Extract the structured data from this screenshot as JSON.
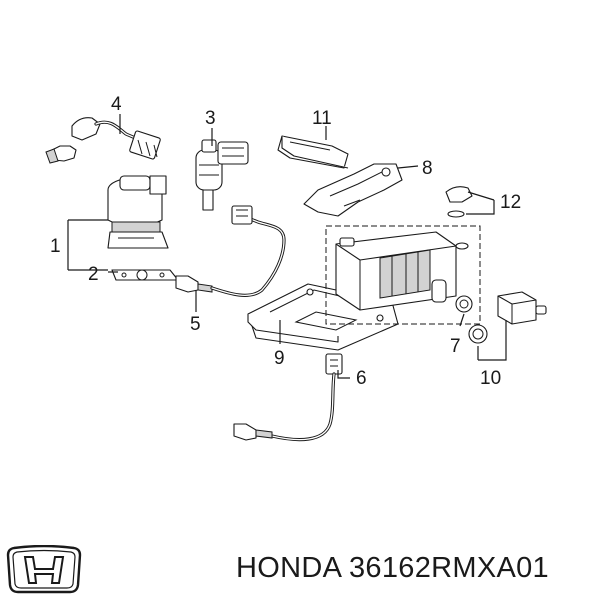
{
  "callouts": {
    "c1": "1",
    "c2": "2",
    "c3": "3",
    "c4": "4",
    "c5": "5",
    "c6": "6",
    "c7": "7",
    "c8": "8",
    "c9": "9",
    "c10": "10",
    "c11": "11",
    "c12": "12"
  },
  "footer": {
    "brand": "HONDA",
    "part_number": "36162RMXA01"
  },
  "icons": {
    "logo": "honda-h-logo-icon"
  },
  "colors": {
    "line": "#1a1a1a",
    "shade": "#d2d2d2",
    "background": "#ffffff"
  }
}
